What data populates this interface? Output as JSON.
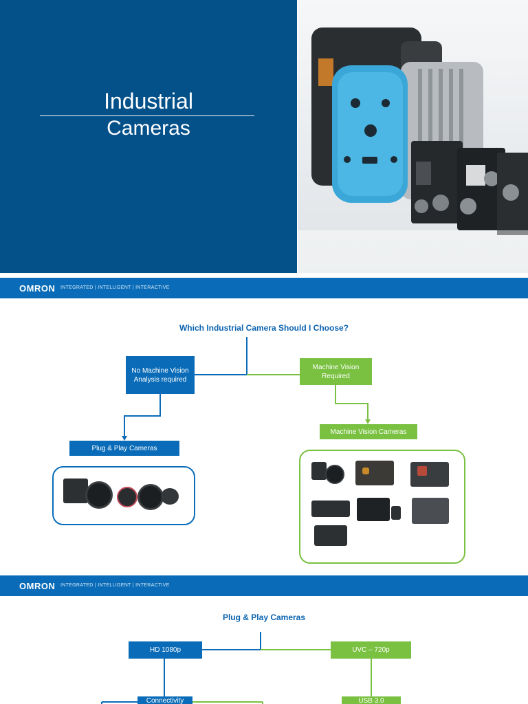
{
  "slide1": {
    "title_line1": "Industrial",
    "title_line2": "Cameras"
  },
  "banner": {
    "logo": "OMRON",
    "tagline": "INTEGRATED  |  INTELLIGENT  |  INTERACTIVE"
  },
  "slide2": {
    "heading": "Which Industrial Camera Should I Choose?",
    "no_mv": "No Machine Vision Analysis required",
    "mv_required": "Machine Vision Required",
    "plug_play": "Plug & Play Cameras",
    "mv_cameras": "Machine Vision Cameras"
  },
  "slide3": {
    "heading": "Plug & Play Cameras",
    "hd": "HD 1080p",
    "uvc": "UVC – 720p",
    "connectivity": "Connectivity",
    "usb": "USB 3.0"
  },
  "colors": {
    "navy": "#04518a",
    "blue": "#0a6cb8",
    "green": "#7ac142"
  }
}
